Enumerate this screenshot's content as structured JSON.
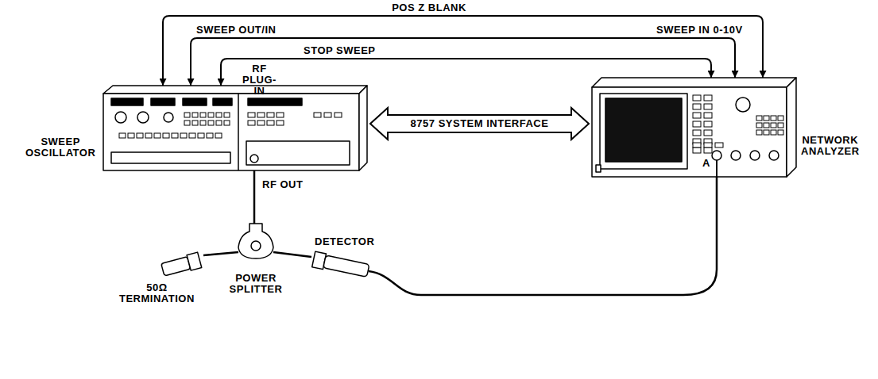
{
  "diagram": {
    "nodes": [
      {
        "text": [
          "SWEEP OSCILLATOR"
        ]
      },
      {
        "text": [
          "NETWORK ANALYZER"
        ]
      },
      {
        "text": [
          "POWER SPLITTER"
        ]
      },
      {
        "text": [
          "50Ω TERMINATION"
        ]
      },
      {
        "text": [
          "DETECTOR"
        ]
      }
    ],
    "edges": [
      {
        "from": 0,
        "to": 1,
        "label": "POS Z BLANK",
        "arrow": "both"
      },
      {
        "from": 0,
        "to": 1,
        "label": "SWEEP OUT/IN",
        "arrow": "both"
      },
      {
        "from": 0,
        "to": 1,
        "label": "STOP SWEEP",
        "arrow": "both"
      },
      {
        "from": 0,
        "to": 1,
        "label": "8757 SYSTEM INTERFACE",
        "arrow": "both"
      },
      {
        "from": 0,
        "to": 2,
        "label": "RF OUT",
        "arrow": "none"
      },
      {
        "from": 2,
        "to": 3,
        "arrow": "none"
      },
      {
        "from": 2,
        "to": 4,
        "arrow": "none"
      },
      {
        "from": 4,
        "to": 1,
        "arrow": "none"
      }
    ],
    "labels": [
      "SWEEP IN 0-10V",
      "RF PLUG-IN",
      "A"
    ]
  }
}
